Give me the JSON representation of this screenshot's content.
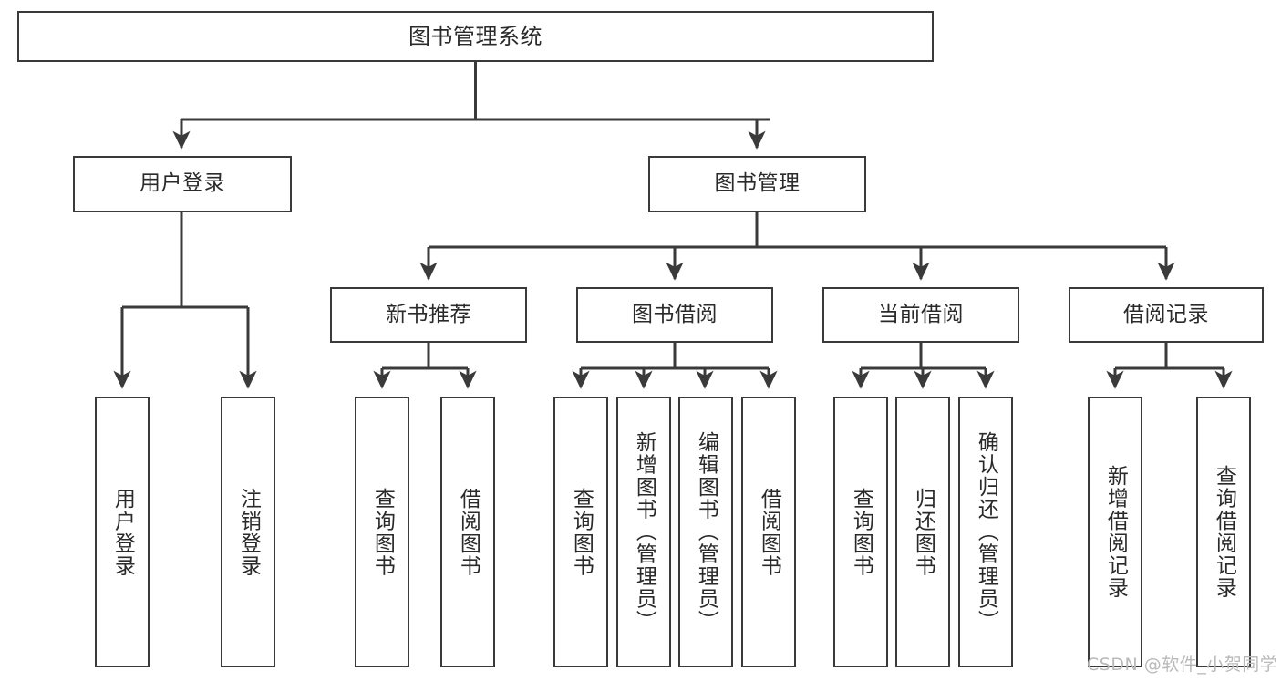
{
  "diagram": {
    "title": "图书管理系统",
    "type": "tree-hierarchy",
    "watermark": "CSDN @软件_小贺同学",
    "colors": {
      "box_border": "#3a3a3a",
      "box_fill": "#ffffff",
      "edge": "#3a3a3a",
      "text": "#2a2a2a",
      "watermark": "#b9b9b9",
      "background": "#ffffff"
    },
    "levels": {
      "root": {
        "label": "图书管理系统"
      },
      "level2": [
        {
          "label": "用户登录"
        },
        {
          "label": "图书管理"
        }
      ],
      "level3": [
        {
          "label": "新书推荐"
        },
        {
          "label": "图书借阅"
        },
        {
          "label": "当前借阅"
        },
        {
          "label": "借阅记录"
        }
      ],
      "leaves": {
        "user_login": [
          {
            "label": "用户登录"
          },
          {
            "label": "注销登录"
          }
        ],
        "new_book_recommend": [
          {
            "label": "查询图书"
          },
          {
            "label": "借阅图书"
          }
        ],
        "book_borrow": [
          {
            "label": "查询图书"
          },
          {
            "label": "新增图书（管理员）"
          },
          {
            "label": "编辑图书（管理员）"
          },
          {
            "label": "借阅图书"
          }
        ],
        "current_borrow": [
          {
            "label": "查询图书"
          },
          {
            "label": "归还图书"
          },
          {
            "label": "确认归还（管理员）"
          }
        ],
        "borrow_record": [
          {
            "label": "新增借阅记录"
          },
          {
            "label": "查询借阅记录"
          }
        ]
      }
    }
  }
}
